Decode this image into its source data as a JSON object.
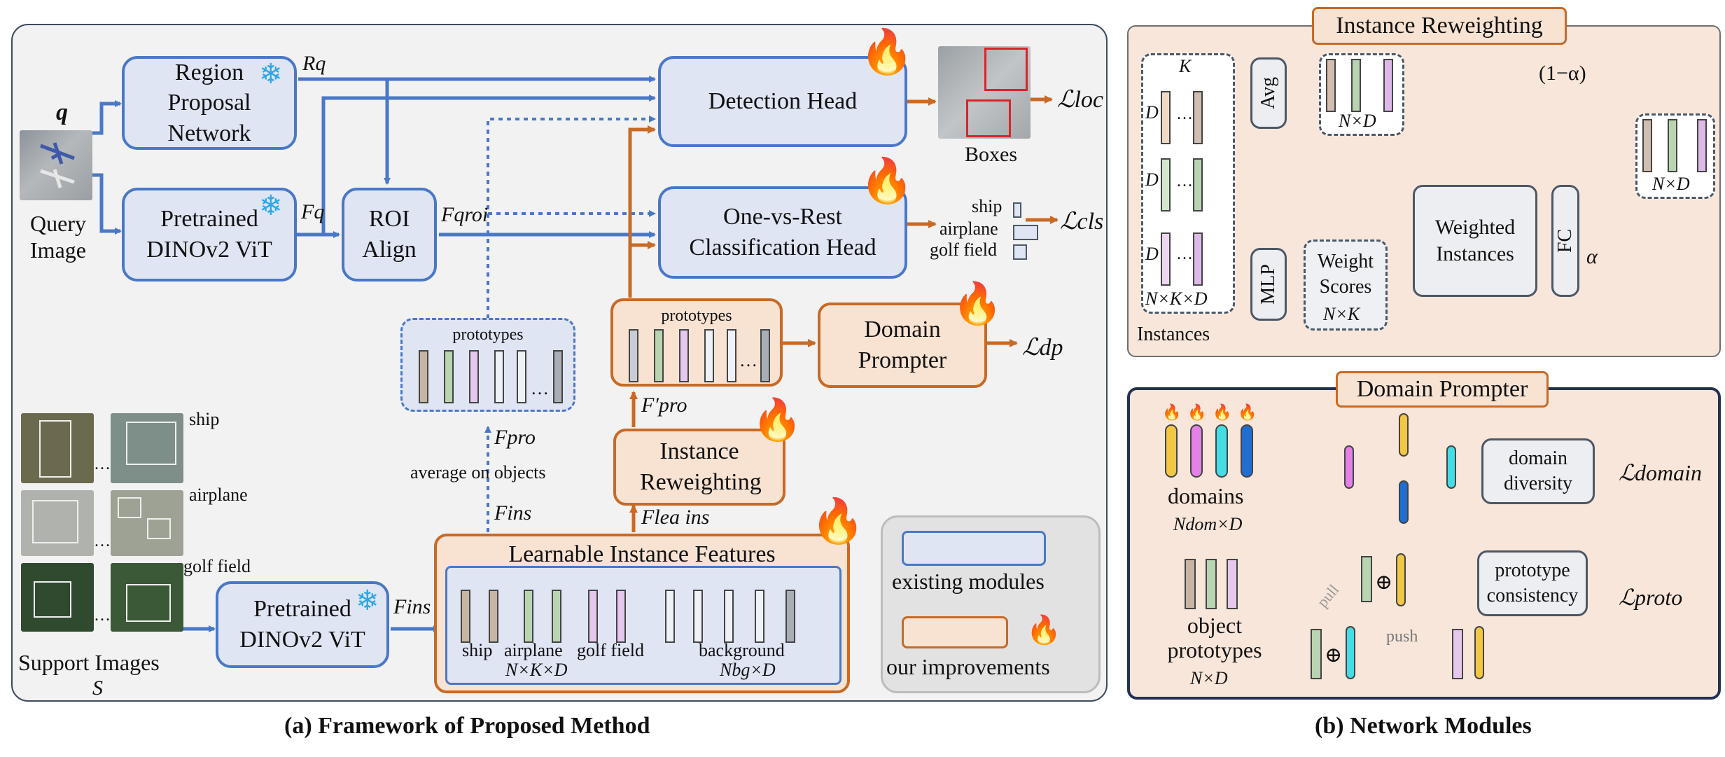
{
  "panel_a": {
    "caption": "(a) Framework of Proposed Method",
    "query_symbol": "q",
    "query_image_label": "Query Image",
    "rpn_label": "Region Proposal Network",
    "vit_query_label": "Pretrained DINOv2 ViT",
    "roi_label": "ROI Align",
    "detection_head_label": "Detection Head",
    "ovr_head_label": "One-vs-Rest Classification Head",
    "boxes_label": "Boxes",
    "loss_loc": "ℒloc",
    "loss_cls": "ℒcls",
    "loss_dp": "ℒdp",
    "class_ship": "ship",
    "class_airplane": "airplane",
    "class_golf": "golf field",
    "r_q": "Rq",
    "f_q": "Fq",
    "f_qroi": "Fqroi",
    "prototypes_label": "prototypes",
    "prototypes_label_2": "prototypes",
    "f_pro": "Fpro",
    "f_pro_prime": "F′pro",
    "avg_objects": "average on objects",
    "f_ins": "Fins",
    "f_ins_2": "Fins",
    "f_ins_lea": "Flea ins",
    "domain_prompter_label": "Domain Prompter",
    "instance_reweighting_label": "Instance Reweighting",
    "learnable_title": "Learnable Instance Features",
    "lif_ship": "ship",
    "lif_airplane": "airplane",
    "lif_golf": "golf field",
    "lif_background": "background",
    "lif_nkd": "N×K×D",
    "lif_nbg": "Nbg×D",
    "support_ship": "ship",
    "support_airplane": "airplane",
    "support_golf": "golf field",
    "support_images_label": "Support Images",
    "support_symbol": "S",
    "vit_support_label": "Pretrained DINOv2 ViT",
    "legend_existing": "existing modules",
    "legend_ours": "our improvements",
    "ellipsis": "…"
  },
  "panel_b": {
    "caption": "(b) Network Modules",
    "ir_title": "Instance Reweighting",
    "k_label": "K",
    "d_label": "D",
    "nkd_label": "N×K×D",
    "instances_label": "Instances",
    "avg_label": "Avg",
    "nd_label": "N×D",
    "nd_label_2": "N×D",
    "one_minus_alpha": "(1−α)",
    "alpha": "α",
    "mlp_label": "MLP",
    "weight_scores_label": "Weight Scores",
    "nk_label": "N×K",
    "weighted_instances_label": "Weighted Instances",
    "fc_label": "FC",
    "dp_title": "Domain Prompter",
    "domains_label": "domains",
    "ndom_label": "Ndom×D",
    "object_prototypes_label": "object prototypes",
    "nd_label_3": "N×D",
    "domain_diversity_label": "domain diversity",
    "loss_domain": "ℒdomain",
    "prototype_consistency_label": "prototype consistency",
    "loss_proto": "ℒproto",
    "pull_label": "pull",
    "push_label": "push"
  },
  "colors": {
    "existing_blue": "#4a78c8",
    "existing_fill": "#dfe5f3",
    "ours_orange": "#c86a26",
    "ours_fill": "#f8e3d3",
    "domain_yellow": "#f2c744",
    "domain_magenta": "#e67fe8",
    "domain_cyan": "#44dde6",
    "domain_blue": "#1e6fd1",
    "arrow_red": "#c8201e"
  }
}
